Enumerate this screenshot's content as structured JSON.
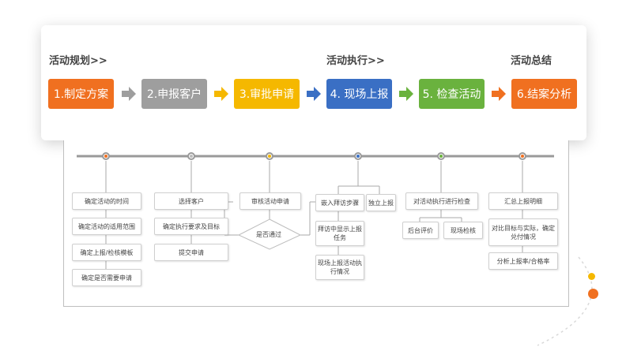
{
  "stage_labels": {
    "planning": "活动规划>>",
    "execution": "活动执行>>",
    "summary": "活动总结"
  },
  "steps": [
    {
      "label": "1.制定方案",
      "color": "#f07020"
    },
    {
      "label": "2.申报客户",
      "color": "#9e9e9e"
    },
    {
      "label": "3.审批申请",
      "color": "#f5b800"
    },
    {
      "label": "4. 现场上报",
      "color": "#3a6fc4"
    },
    {
      "label": "5. 检查活动",
      "color": "#6ab23e"
    },
    {
      "label": "6.结案分析",
      "color": "#f07020"
    }
  ],
  "timeline_node_colors": [
    "#f07020",
    "#bbbbbb",
    "#f5b800",
    "#3a6fc4",
    "#6ab23e",
    "#f07020"
  ],
  "flow": {
    "col1": [
      "确定活动的时间",
      "确定活动的适用范围",
      "确定上报/检核模板",
      "确定是否需要申请"
    ],
    "col2": [
      "选择客户",
      "确定执行要求及目标",
      "提交申请"
    ],
    "col3": {
      "review": "审核活动申请",
      "decision": "是否通过"
    },
    "col4": [
      "嵌入拜访步骤",
      "独立上报",
      "拜访中显示上报任务",
      "现场上报活动执行情况"
    ],
    "col5": [
      "对活动执行进行检查",
      "后台评价",
      "现场检核"
    ],
    "col6": [
      "汇总上报明细",
      "对比目标与实际，确定兑付情况",
      "分析上报率/合格率"
    ]
  }
}
